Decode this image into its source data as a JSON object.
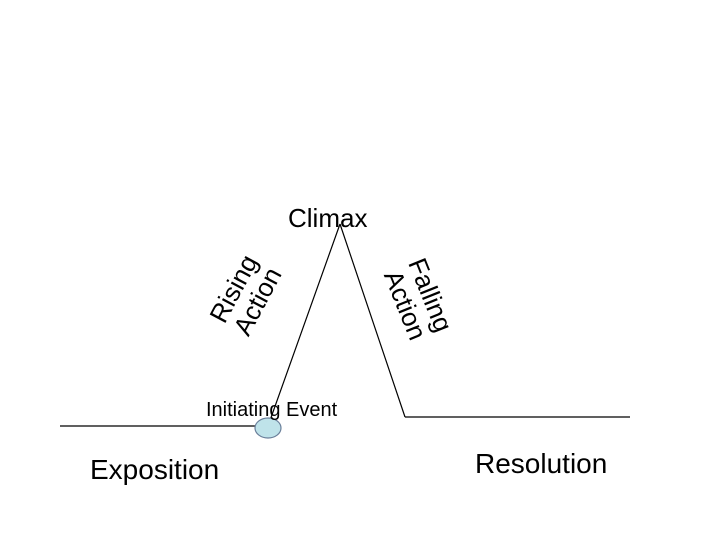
{
  "labels": {
    "climax": "Climax",
    "rising_line1": "Rising",
    "rising_line2": "Action",
    "falling_line1": "Falling",
    "falling_line2": "Action",
    "initiating_event": "Initiating Event",
    "exposition": "Exposition",
    "resolution": "Resolution"
  },
  "colors": {
    "line": "#000000",
    "marker_fill": "#bfe3ea",
    "marker_stroke": "#6a7f9a"
  }
}
